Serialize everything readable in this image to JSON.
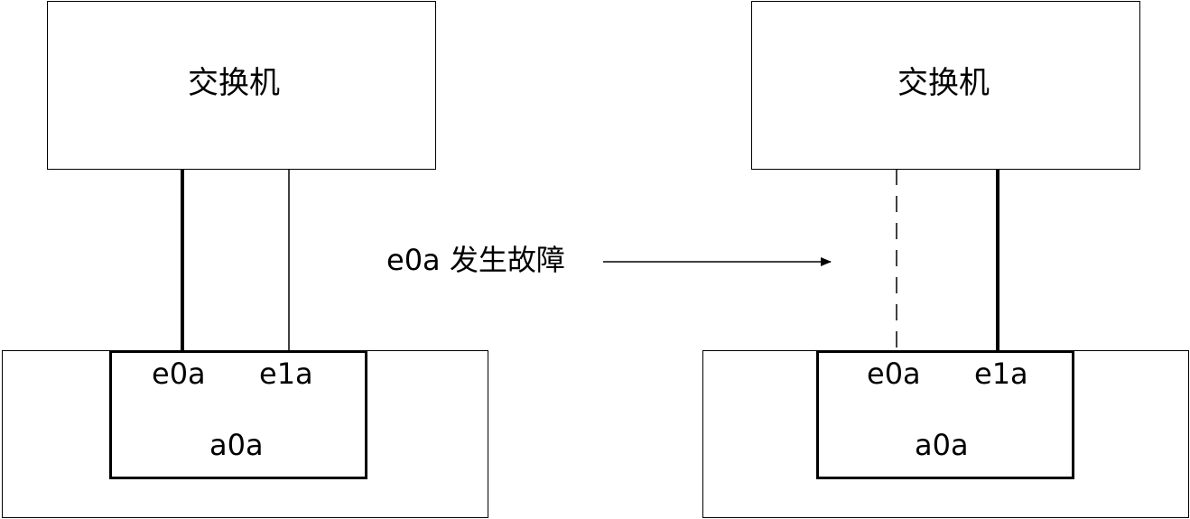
{
  "left": {
    "switch_label": "交换机",
    "port_a": "e0a",
    "port_b": "e1a",
    "ifgroup": "a0a"
  },
  "right": {
    "switch_label": "交换机",
    "port_a": "e0a",
    "port_b": "e1a",
    "ifgroup": "a0a"
  },
  "event": {
    "label": "e0a 发生故障"
  }
}
